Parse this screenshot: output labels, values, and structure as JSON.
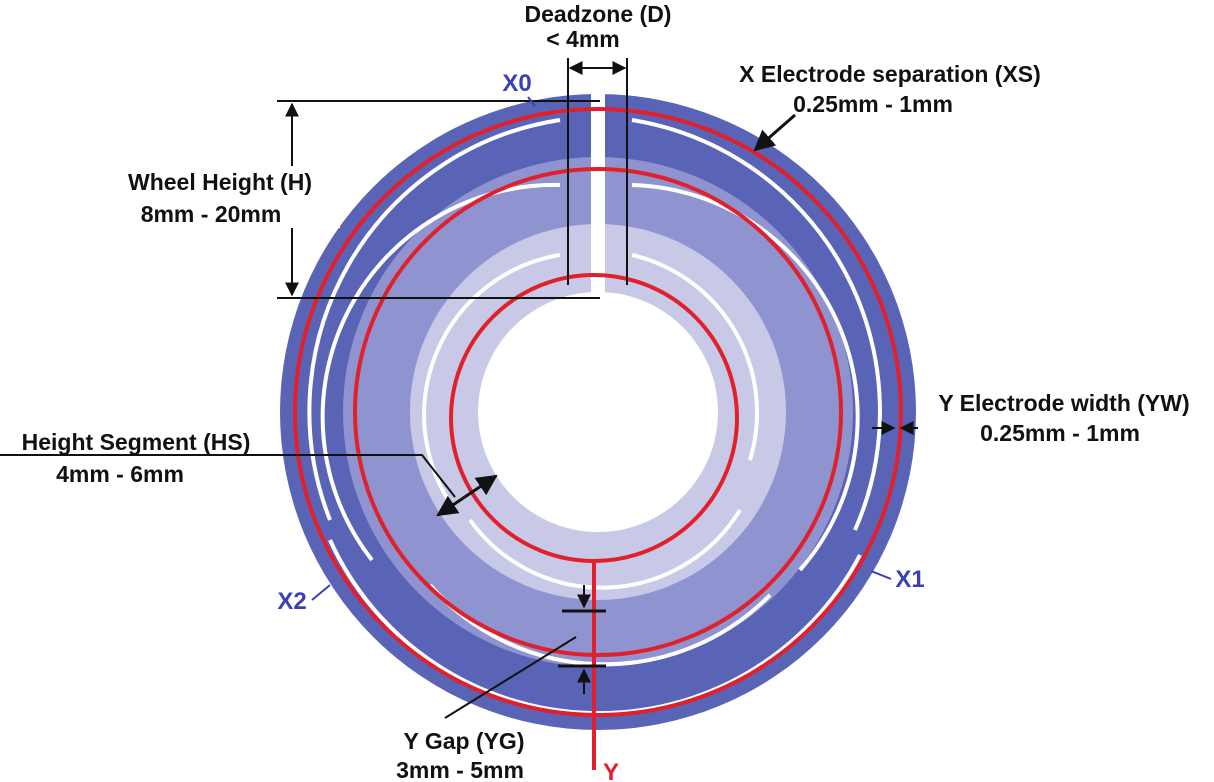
{
  "colors": {
    "outer_ring": "#5a64b7",
    "middle_ring": "#8f93cf",
    "inner_ring": "#c7c9e7",
    "y_electrode": "#e0202a",
    "separation": "#ffffff",
    "annotation": "#111111",
    "electrode_label": "#3b3fb8"
  },
  "annotations": {
    "deadzone": {
      "title": "Deadzone (D)",
      "value": "< 4mm"
    },
    "x_separation": {
      "title": "X Electrode separation (XS)",
      "value": "0.25mm - 1mm"
    },
    "wheel_height": {
      "title": "Wheel Height (H)",
      "value": "8mm - 20mm"
    },
    "y_width": {
      "title": "Y Electrode width (YW)",
      "value": "0.25mm - 1mm"
    },
    "height_segment": {
      "title": "Height Segment (HS)",
      "value": "4mm - 6mm"
    },
    "y_gap": {
      "title": "Y Gap (YG)",
      "value": "3mm - 5mm"
    }
  },
  "electrodes": {
    "x0": "X0",
    "x1": "X1",
    "x2": "X2",
    "y": "Y"
  }
}
